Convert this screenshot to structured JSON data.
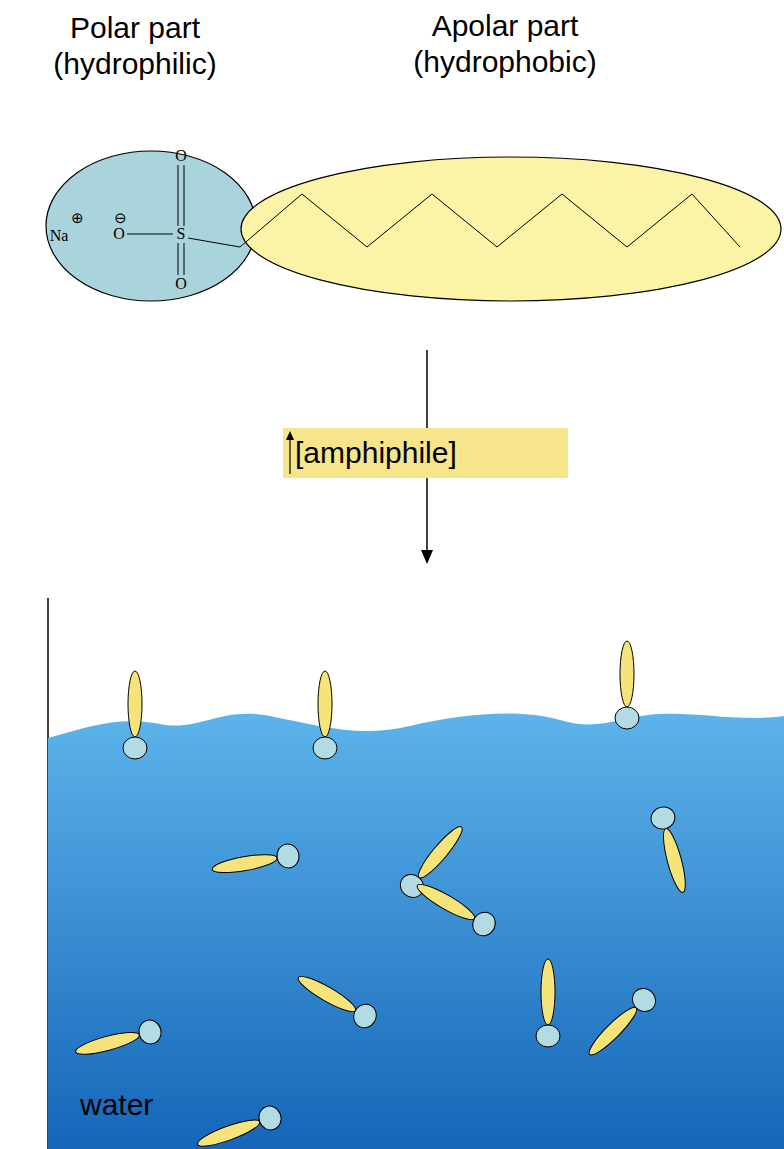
{
  "diagram": {
    "nodes": [
      {
        "text": [
          "Polar part (hydrophilic)",
          "Na",
          "⊕",
          "⊖",
          "O",
          "S",
          "O",
          "O"
        ]
      },
      {
        "text": [
          "Apolar part (hydrophobic)"
        ]
      },
      {
        "text": [
          "[amphiphile]"
        ]
      },
      {
        "text": [
          "water"
        ]
      }
    ]
  }
}
